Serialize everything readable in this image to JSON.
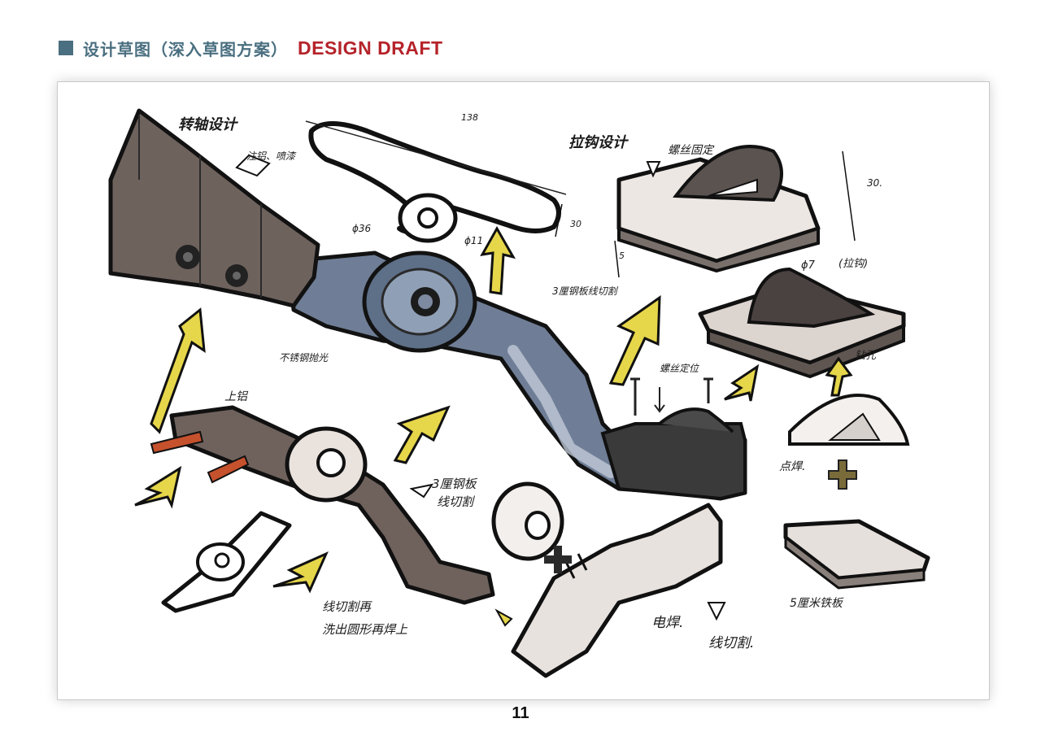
{
  "header": {
    "title_cn": "设计草图（深入草图方案）",
    "title_en": "DESIGN DRAFT",
    "square_color": "#4a6f80",
    "cn_color": "#4a6f80",
    "en_color": "#b5232a"
  },
  "notes": {
    "hinge_design": "转轴设计",
    "aluminum_spray": "注铝、喷漆",
    "dim_138": "138",
    "dim_d36": "ϕ36",
    "dim_d11": "ϕ11",
    "dim_30_small": "30",
    "pull_design": "拉钩设计",
    "screw_fixed": "螺丝固定",
    "dim_30": "30.",
    "dim_d7": "ϕ7",
    "pull_hook": "(拉钩)",
    "dim_5": "5",
    "steel_cut": "3厘钢板线切割",
    "stainless_polish": "不锈钢抛光",
    "screw_position": "螺丝定位",
    "drill_hole": "钻孔",
    "aluminum": "上铝",
    "steel_cut_2_l1": "3厘钢板",
    "steel_cut_2_l2": "线切割",
    "spot_weld": "点焊.",
    "wire_cut_l1": "线切割再",
    "wire_cut_l2": "洗出圆形再焊上",
    "electric_weld": "电焊.",
    "wire_cut_3": "线切割.",
    "iron_plate": "5厘米铁板"
  },
  "page_number": "11"
}
